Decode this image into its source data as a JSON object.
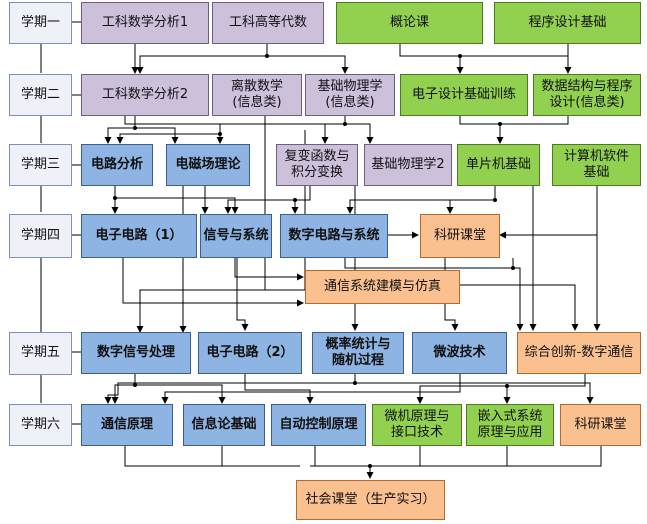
{
  "semesters": [
    "学期一",
    "学期二",
    "学期三",
    "学期四",
    "学期五",
    "学期六"
  ],
  "courses": {
    "s1_math1": "工科数学分析1",
    "s1_algebra": "工科高等代数",
    "s1_intro": "概论课",
    "s1_prog": "程序设计基础",
    "s2_math2": "工科数学分析2",
    "s2_discrete": "离散数学\n(信息类)",
    "s2_physics": "基础物理学\n(信息类)",
    "s2_elec_design": "电子设计基础训练",
    "s2_ds": "数据结构与程序\n设计(信息类)",
    "s3_circuit": "电路分析",
    "s3_em": "电磁场理论",
    "s3_complex": "复变函数与\n积分变换",
    "s3_physics2": "基础物理学2",
    "s3_mcu": "单片机基础",
    "s3_software": "计算机软件\n基础",
    "s4_electronic1": "电子电路（1）",
    "s4_signal": "信号与系统",
    "s4_digital": "数字电路与系统",
    "s4_research": "科研课堂",
    "s4_5_comm_sim": "通信系统建模与仿真",
    "s5_dsp": "数字信号处理",
    "s5_electronic2": "电子电路（2）",
    "s5_prob": "概率统计与\n随机过程",
    "s5_microwave": "微波技术",
    "s5_innovation": "综合创新-数字通信",
    "s6_comm": "通信原理",
    "s6_info": "信息论基础",
    "s6_control": "自动控制原理",
    "s6_micro": "微机原理与\n接口技术",
    "s6_embedded": "嵌入式系统\n原理与应用",
    "s6_research": "科研课堂",
    "s7_social": "社会课堂（生产实习）"
  }
}
